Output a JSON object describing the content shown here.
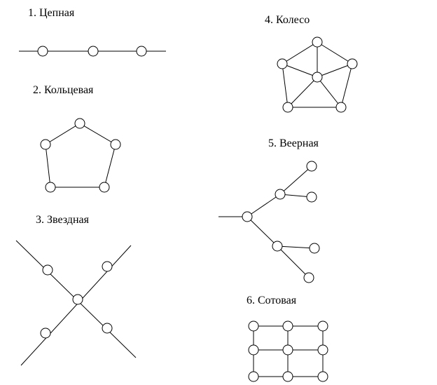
{
  "colors": {
    "line": "#000000",
    "node_fill": "#ffffff",
    "background": "#ffffff"
  },
  "topologies": [
    {
      "id": "chain",
      "title": "1. Цепная"
    },
    {
      "id": "ring",
      "title": "2. Кольцевая"
    },
    {
      "id": "star",
      "title": "3. Звездная"
    },
    {
      "id": "wheel",
      "title": "4. Колесо"
    },
    {
      "id": "fan",
      "title": "5. Веерная"
    },
    {
      "id": "cellular",
      "title": "6. Сотовая"
    }
  ]
}
